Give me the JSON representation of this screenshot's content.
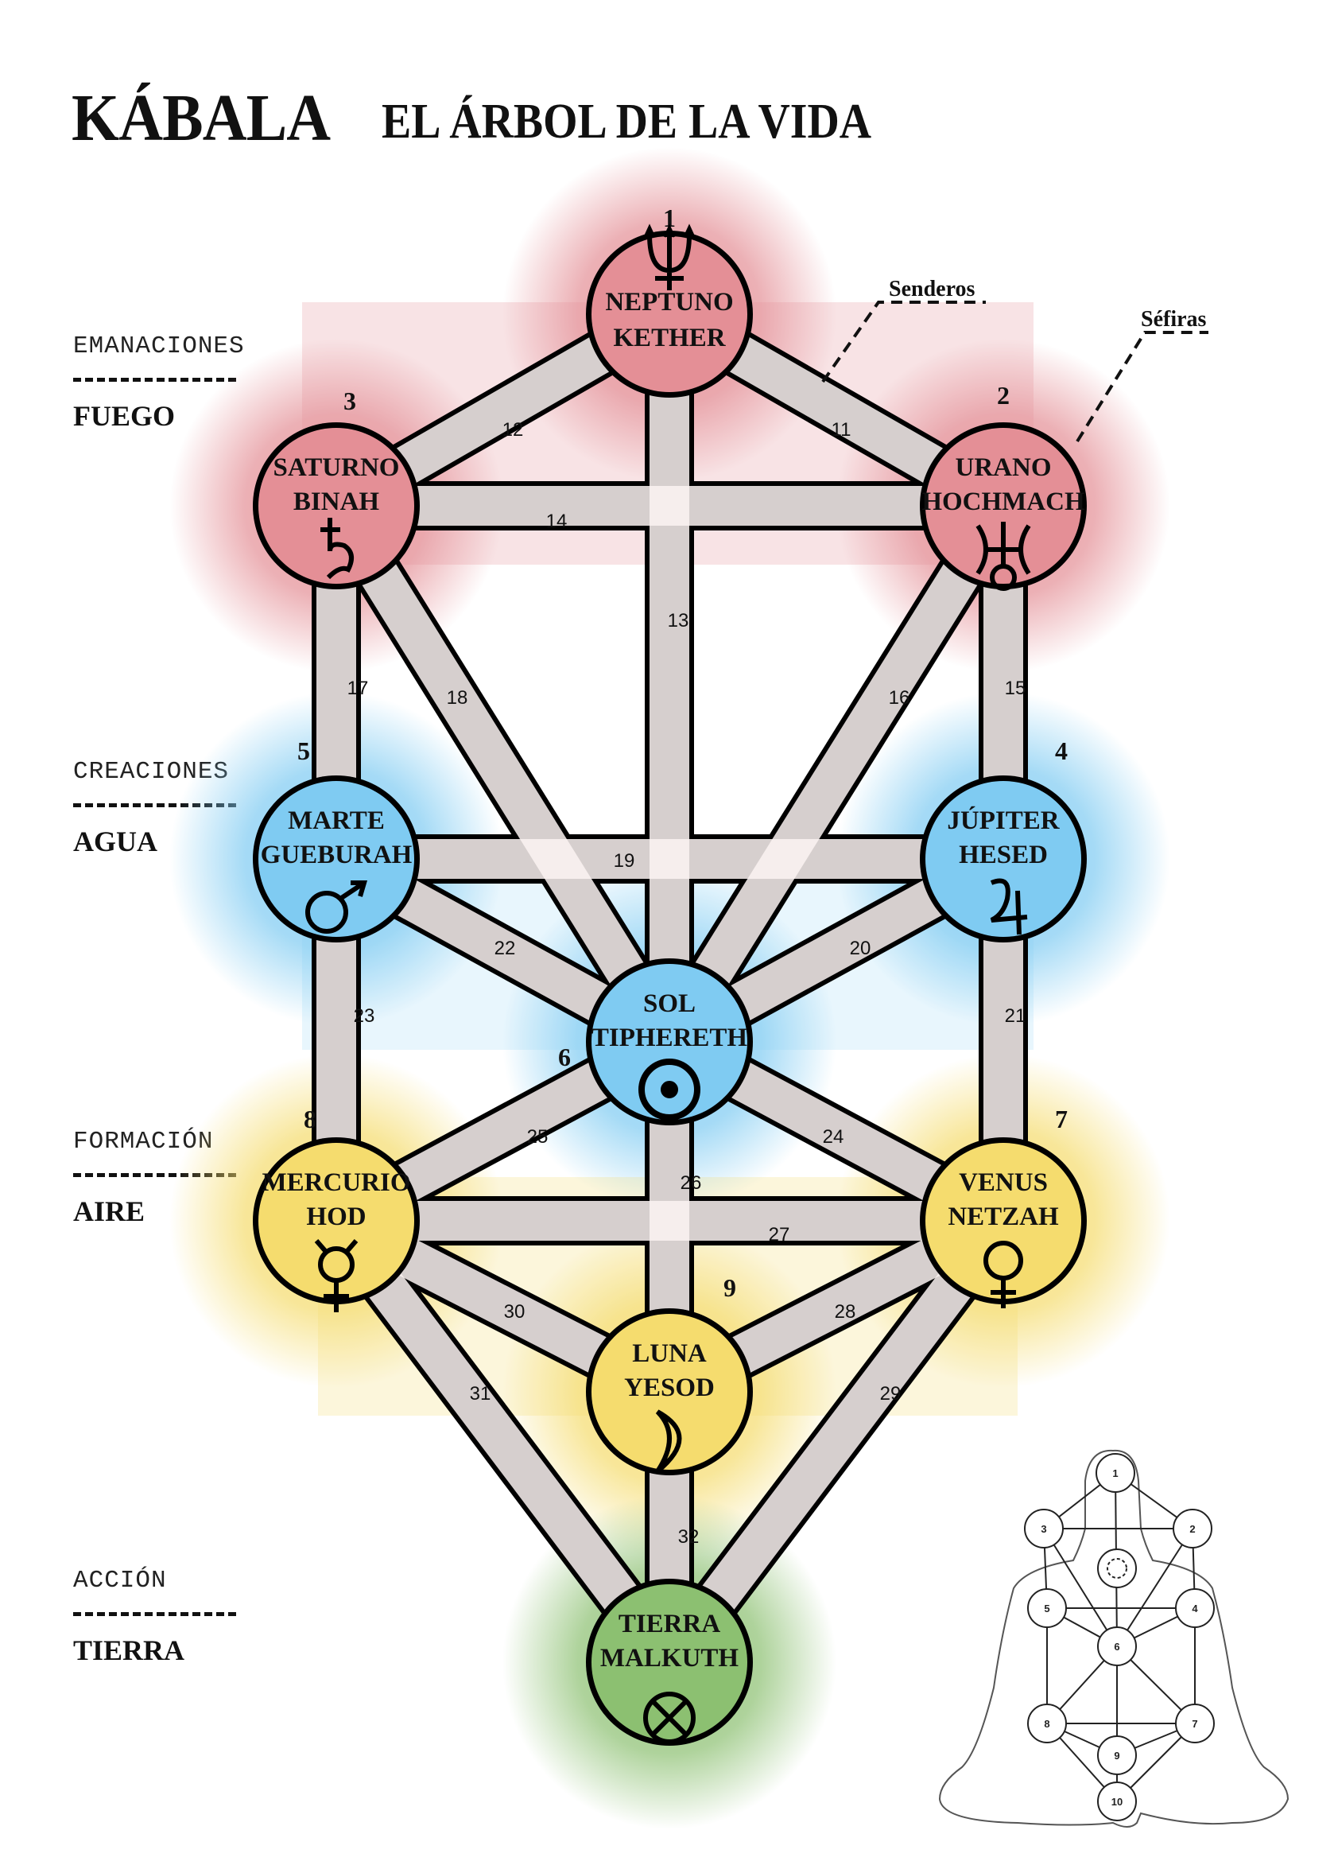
{
  "header": {
    "title": "KÁBALA",
    "subtitle": "EL ÁRBOL DE LA VIDA"
  },
  "levels": [
    {
      "world": "EMANACIONES",
      "element": "FUEGO"
    },
    {
      "world": "CREACIONES",
      "element": "AGUA"
    },
    {
      "world": "FORMACIÓN",
      "element": "AIRE"
    },
    {
      "world": "ACCIÓN",
      "element": "TIERRA"
    }
  ],
  "callouts": {
    "paths": "Senderos",
    "sephiroth": "Séfiras"
  },
  "colors": {
    "fuego": "#e48f96",
    "agua": "#7fcbf2",
    "aire": "#f5dc6e",
    "tierra": "#8cc071",
    "stroke": "#000000"
  },
  "sephiroth": [
    {
      "number": "1",
      "planet": "NEPTUNO",
      "name": "KETHER",
      "symbol": "neptune",
      "zone": "fuego"
    },
    {
      "number": "2",
      "planet": "URANO",
      "name": "HOCHMACH",
      "symbol": "uranus",
      "zone": "fuego"
    },
    {
      "number": "3",
      "planet": "SATURNO",
      "name": "BINAH",
      "symbol": "saturn",
      "zone": "fuego"
    },
    {
      "number": "4",
      "planet": "JÚPITER",
      "name": "HESED",
      "symbol": "jupiter",
      "zone": "agua"
    },
    {
      "number": "5",
      "planet": "MARTE",
      "name": "GUEBURAH",
      "symbol": "mars",
      "zone": "agua"
    },
    {
      "number": "6",
      "planet": "SOL",
      "name": "TIPHERETH",
      "symbol": "sun",
      "zone": "agua"
    },
    {
      "number": "7",
      "planet": "VENUS",
      "name": "NETZAH",
      "symbol": "venus",
      "zone": "aire"
    },
    {
      "number": "8",
      "planet": "MERCURIO",
      "name": "HOD",
      "symbol": "mercury",
      "zone": "aire"
    },
    {
      "number": "9",
      "planet": "LUNA",
      "name": "YESOD",
      "symbol": "moon",
      "zone": "aire"
    },
    {
      "number": "10",
      "planet": "TIERRA",
      "name": "MALKUTH",
      "symbol": "earth",
      "zone": "tierra"
    }
  ],
  "paths": [
    {
      "number": "11",
      "from": "1",
      "to": "2"
    },
    {
      "number": "12",
      "from": "1",
      "to": "3"
    },
    {
      "number": "13",
      "from": "1",
      "to": "6"
    },
    {
      "number": "14",
      "from": "2",
      "to": "3"
    },
    {
      "number": "15",
      "from": "2",
      "to": "4"
    },
    {
      "number": "16",
      "from": "2",
      "to": "6"
    },
    {
      "number": "17",
      "from": "3",
      "to": "5"
    },
    {
      "number": "18",
      "from": "3",
      "to": "6"
    },
    {
      "number": "19",
      "from": "4",
      "to": "5"
    },
    {
      "number": "20",
      "from": "4",
      "to": "6"
    },
    {
      "number": "21",
      "from": "4",
      "to": "7"
    },
    {
      "number": "22",
      "from": "5",
      "to": "6"
    },
    {
      "number": "23",
      "from": "5",
      "to": "8"
    },
    {
      "number": "24",
      "from": "6",
      "to": "7"
    },
    {
      "number": "25",
      "from": "6",
      "to": "8"
    },
    {
      "number": "26",
      "from": "6",
      "to": "9"
    },
    {
      "number": "27",
      "from": "7",
      "to": "8"
    },
    {
      "number": "28",
      "from": "7",
      "to": "9"
    },
    {
      "number": "29",
      "from": "7",
      "to": "10"
    },
    {
      "number": "30",
      "from": "8",
      "to": "9"
    },
    {
      "number": "31",
      "from": "8",
      "to": "10"
    },
    {
      "number": "32",
      "from": "9",
      "to": "10"
    }
  ],
  "inset": {
    "labels": [
      "1",
      "2",
      "3",
      "4",
      "5",
      "6",
      "7",
      "8",
      "9",
      "10"
    ]
  }
}
